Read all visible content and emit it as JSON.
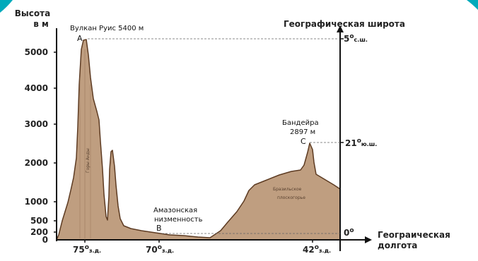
{
  "y_axis": {
    "title_line1": "Высота",
    "title_line2": "в м",
    "ticks": [
      "5000",
      "4000",
      "3000",
      "2000",
      "1000",
      "500",
      "200",
      "0"
    ]
  },
  "lat_axis": {
    "title": "Географическая широта",
    "ticks": [
      {
        "deg": "5",
        "hem": "с.ш."
      },
      {
        "deg": "21",
        "hem": "ю.ш."
      },
      {
        "deg": "0",
        "hem": ""
      }
    ]
  },
  "lon_axis": {
    "title_line1": "Геограическая",
    "title_line2": "долгота",
    "ticks": [
      {
        "deg": "75",
        "hem": "з.д."
      },
      {
        "deg": "70",
        "hem": "з.д."
      },
      {
        "deg": "42",
        "hem": "з.д."
      }
    ]
  },
  "points": {
    "A": {
      "letter": "A",
      "label": "Вулкан Руис 5400 м"
    },
    "B": {
      "letter": "B",
      "label_line1": "Амазонская",
      "label_line2": "низменность"
    },
    "C": {
      "letter": "C",
      "label_line1": "Бандейра",
      "label_line2": "2897 м"
    }
  },
  "regions": {
    "andes": "Горы Анды",
    "plateau_line1": "Бразильское",
    "plateau_line2": "плоскогорье"
  },
  "colors": {
    "fill": "#bf9e80",
    "stroke": "#5d3b22",
    "axis": "#111111",
    "leader": "#666666",
    "accent": "#00aabb"
  }
}
